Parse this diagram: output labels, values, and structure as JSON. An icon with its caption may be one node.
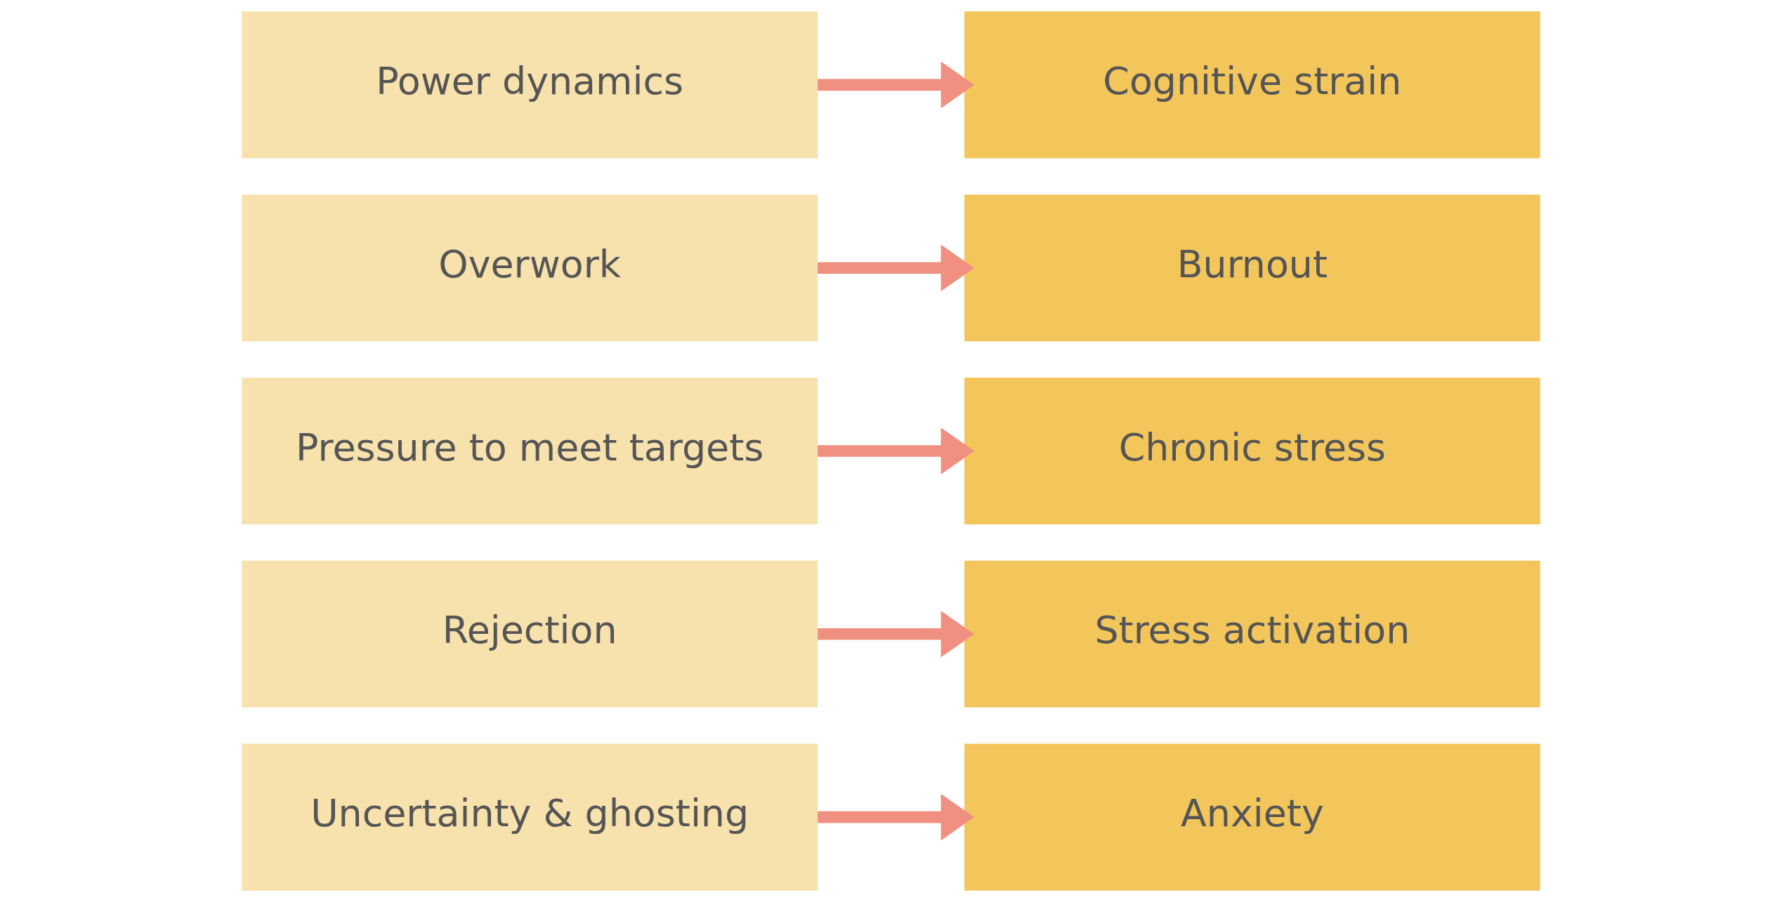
{
  "diagram": {
    "nodes": [
      {
        "text": [
          "Uncertainty & ghosting"
        ]
      },
      {
        "text": [
          "Anxiety"
        ]
      },
      {
        "text": [
          "Rejection"
        ]
      },
      {
        "text": [
          "Stress activation"
        ]
      },
      {
        "text": [
          "Pressure to meet targets"
        ]
      },
      {
        "text": [
          "Chronic stress"
        ]
      },
      {
        "text": [
          "Overwork"
        ]
      },
      {
        "text": [
          "Burnout"
        ]
      },
      {
        "text": [
          "Power dynamics"
        ]
      },
      {
        "text": [
          "Cognitive strain"
        ]
      }
    ],
    "edges": [
      {
        "from": 0,
        "to": 1,
        "arrow": "to"
      },
      {
        "from": 2,
        "to": 3,
        "arrow": "to"
      },
      {
        "from": 4,
        "to": 5,
        "arrow": "to"
      },
      {
        "from": 6,
        "to": 7,
        "arrow": "to"
      },
      {
        "from": 8,
        "to": 9,
        "arrow": "to"
      }
    ]
  }
}
